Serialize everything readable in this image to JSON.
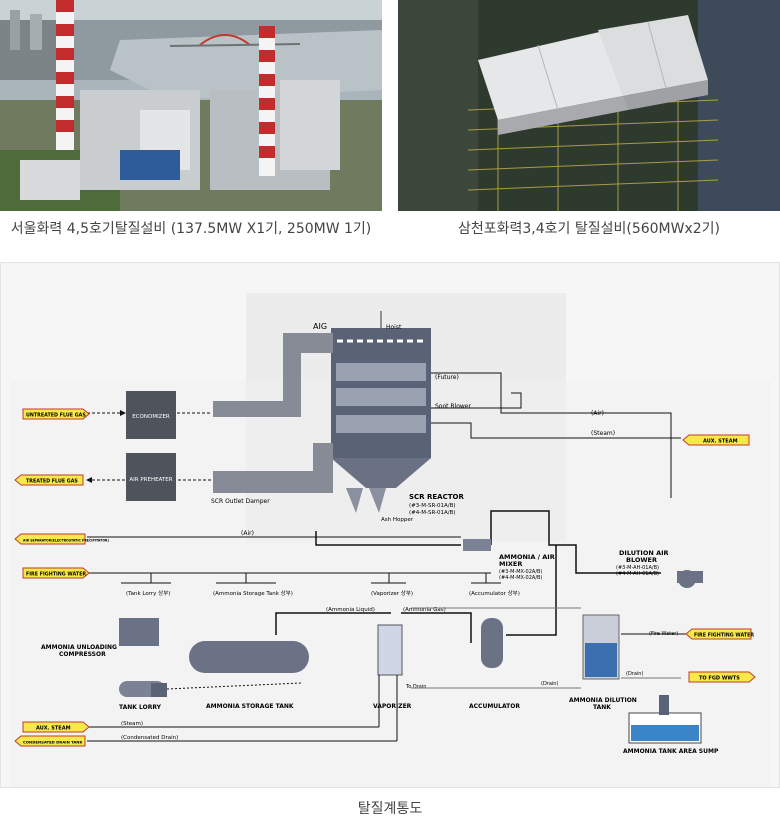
{
  "photos": {
    "left_caption": "서울화력 4,5호기탈질설비 (137.5MW X1기, 250MW 1기)",
    "right_caption": "삼천포화력3,4호기 탈질설비(560MWx2기)"
  },
  "diagram": {
    "caption": "탈질계통도",
    "labels": {
      "aig": "AIG",
      "hoist": "Hoist",
      "future": "(Future)",
      "soot_blower": "Soot Blower",
      "air": "(Air)",
      "steam": "(Steam)",
      "economizer": "ECONOMIZER",
      "air_preheater": "AIR PREHEATER",
      "scr_outlet_damper": "SCR Outlet Damper",
      "scr_reactor": "SCR REACTOR",
      "scr_tag1": "(#3-M-SR-01A/B)",
      "scr_tag2": "(#4-M-SR-01A/B)",
      "ash_hopper": "Ash Hopper",
      "air_line": "(Air)",
      "ammonia_air_mixer": "AMMONIA / AIR",
      "mixer_word": "MIXER",
      "mixer_tag1": "(#3-M-MX-02A/B)",
      "mixer_tag2": "(#4-M-MX-02A/B)",
      "dilution_air": "DILUTION AIR",
      "blower": "BLOWER",
      "blower_tag1": "(#3-M-AH-01A/B)",
      "blower_tag2": "(#4-M-AH-01A/B)",
      "tank_lorry_top": "(Tank Lorry 상부)",
      "ammonia_storage_top": "(Ammonia Storage Tank 상부)",
      "vaporizer_top": "(Vaporizer 상부)",
      "accumulator_top": "(Accumulator 상부)",
      "ammonia_liquid": "(Ammonia Liquid)",
      "ammonia_gas": "(Ammonia Gas)",
      "ammonia_unloading": "AMMONIA UNLOADING",
      "compressor": "COMPRESSOR",
      "fire_water": "(Fire Water)",
      "drain1": "(Drain)",
      "drain2": "(Drain)",
      "to_drain": "To Drain",
      "tank_lorry": "TANK LORRY",
      "ammonia_storage_tank": "AMMONIA STORAGE TANK",
      "vaporizer": "VAPORIZER",
      "accumulator": "ACCUMULATOR",
      "ammonia_dilution": "AMMONIA DILUTION",
      "tank_word": "TANK",
      "sump": "AMMONIA TANK AREA SUMP",
      "steam_line": "(Steam)",
      "condensated_drain": "(Condensated Drain)"
    },
    "tags": {
      "untreated_flue_gas": "UNTREATED FLUE GAS",
      "treated_flue_gas": "TREATED FLUE GAS",
      "air_separator": "AIR SEPARATOR(ELECTROSTATIC PRECIPITATOR)",
      "fire_fighting_water_left": "FIRE FIGHTING WATER",
      "aux_steam_right": "AUX. STEAM",
      "fire_fighting_water_right": "FIRE FIGHTING WATER",
      "to_fgd_wwts": "TO FGD WWTS",
      "aux_steam_left": "AUX. STEAM",
      "condensated_drain_tank": "CONDENSATED DRAIN TANK"
    },
    "colors": {
      "tag_fill": "#f7e94a",
      "tag_border": "#c0392b",
      "line": "#111111",
      "equipment": "#5a6275"
    }
  }
}
